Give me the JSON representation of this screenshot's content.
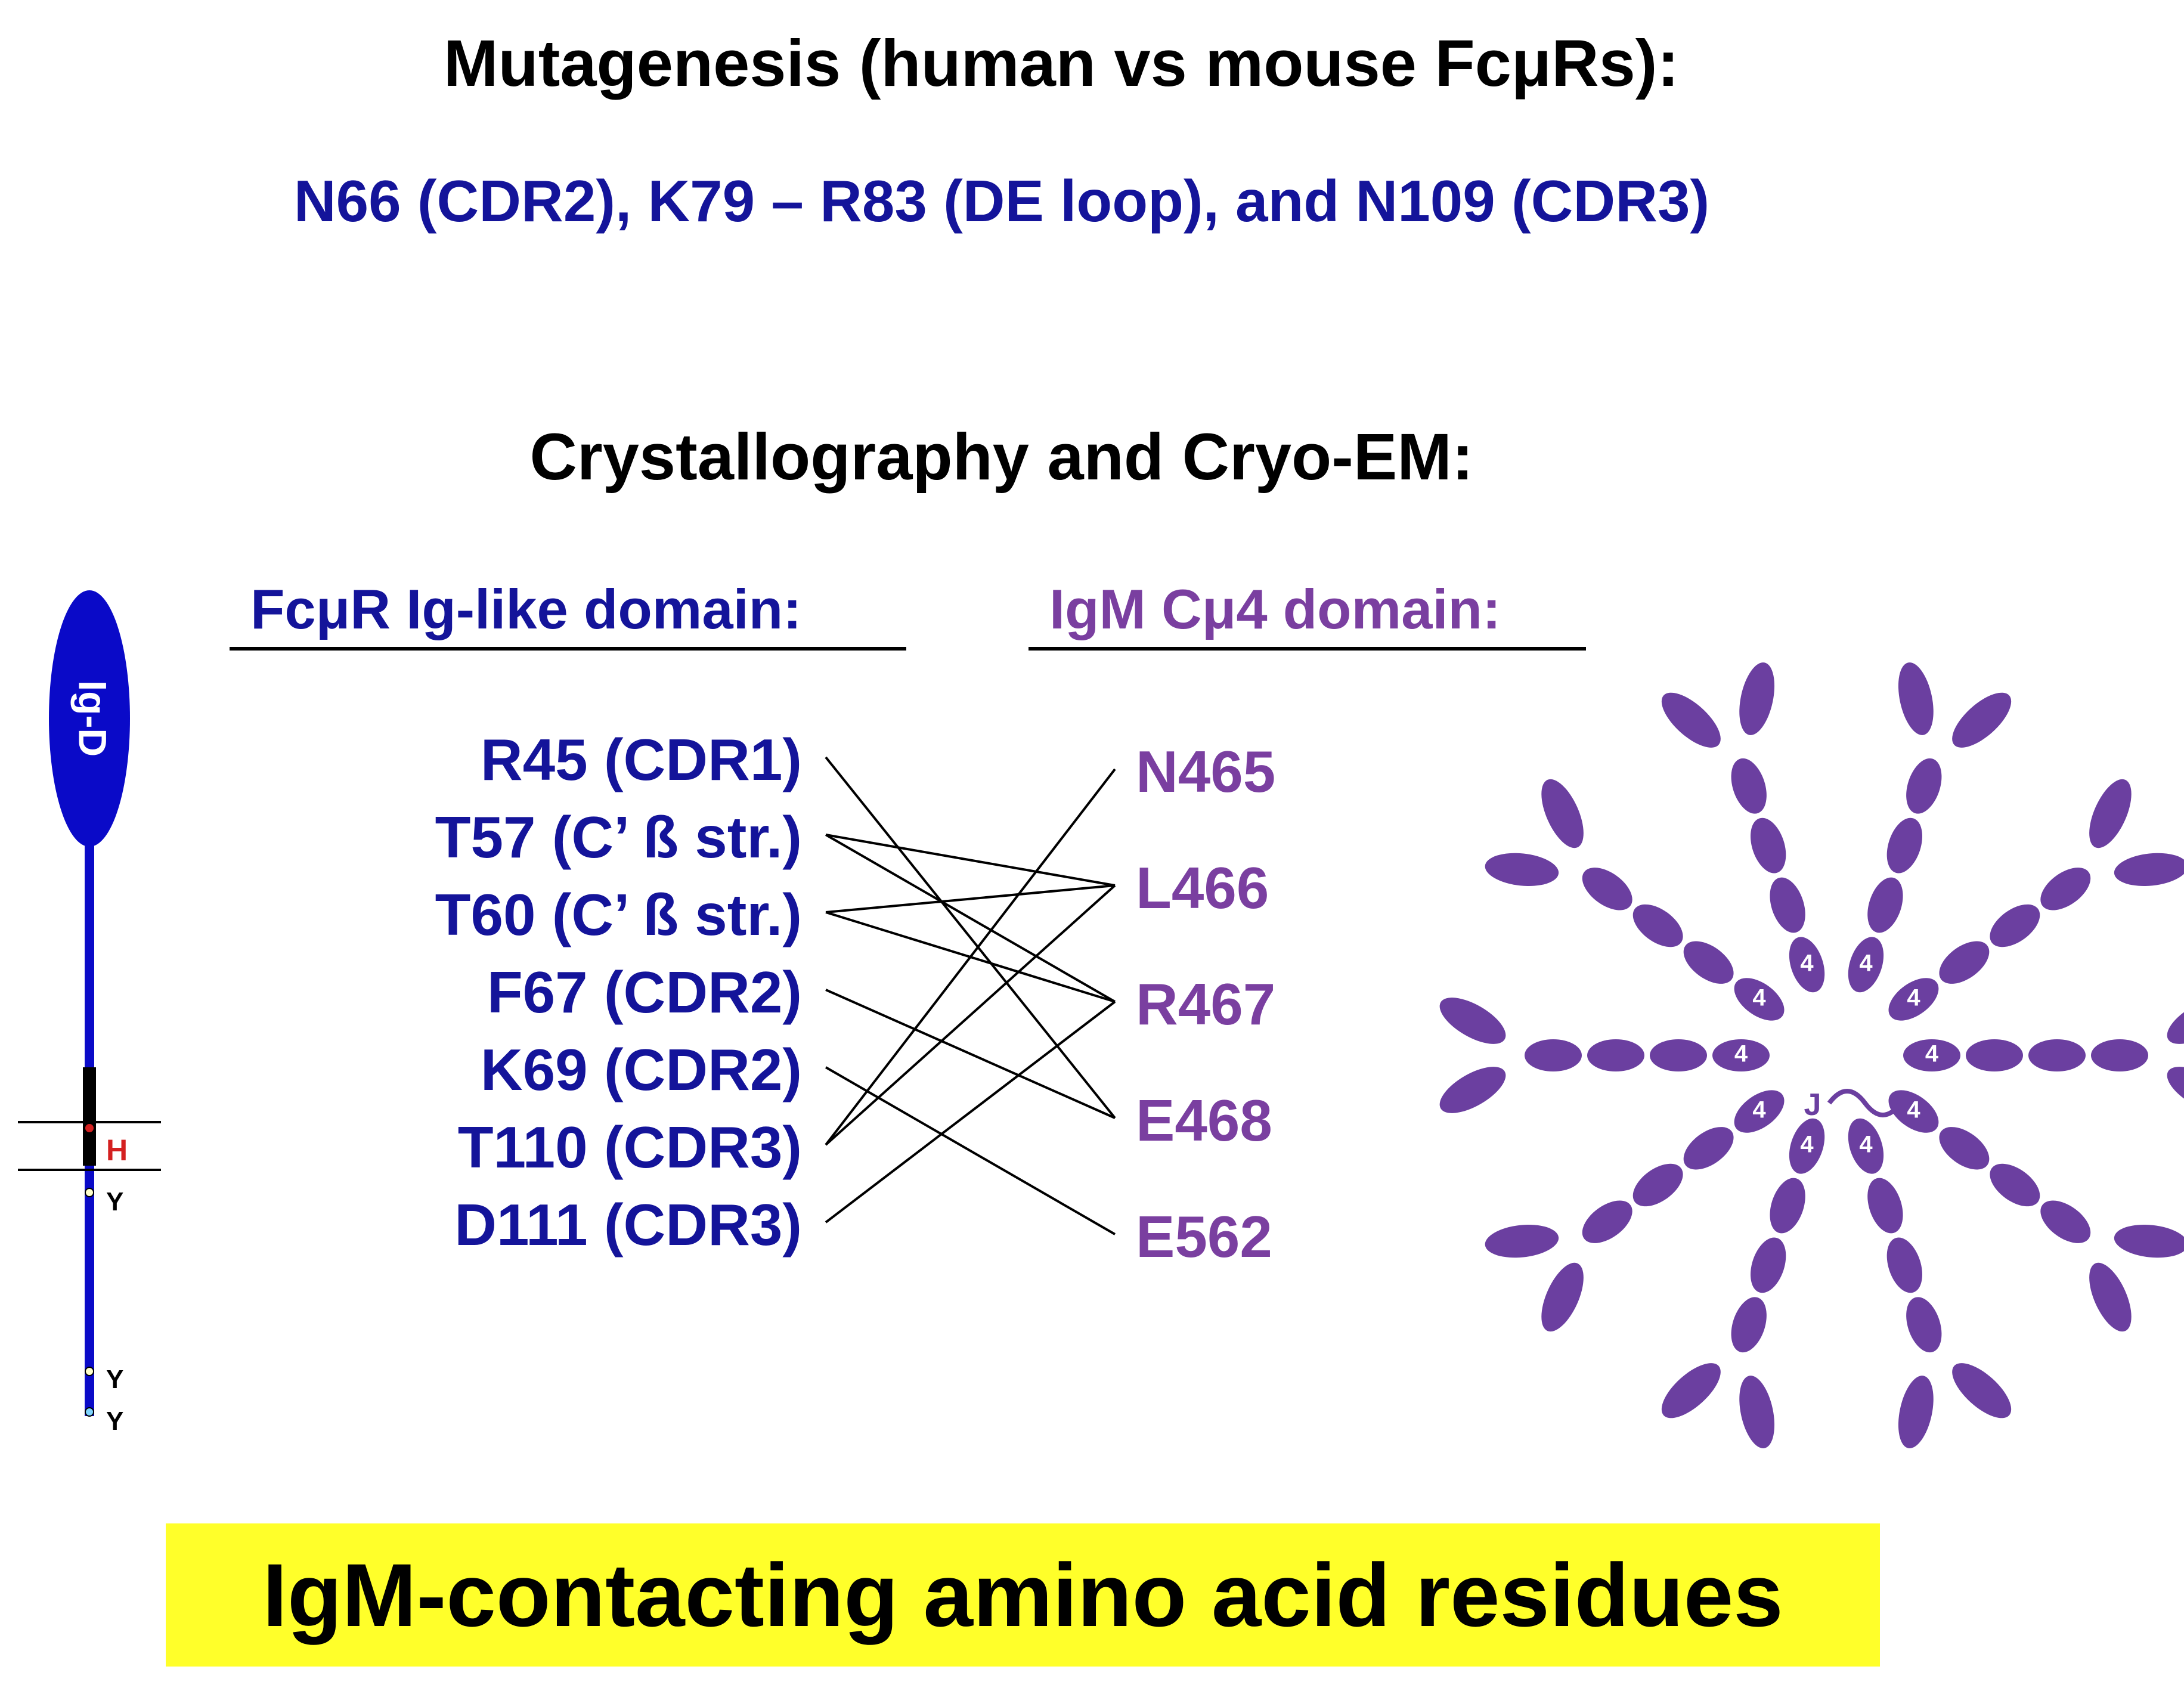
{
  "mutagenesis": {
    "title": "Mutagenesis (human vs mouse FcμRs):",
    "residues_text": "N66 (CDR2), K79 – R83 (DE loop), and N109 (CDR3)"
  },
  "crystallography": {
    "title": "Crystallography and Cryo-EM:"
  },
  "fcmr_domain": {
    "header": "FcμR Ig-like domain:",
    "residues": [
      "R45 (CDR1)",
      "T57 (C’ ß str.)",
      "T60 (C’ ß str.)",
      "F67 (CDR2)",
      "K69 (CDR2)",
      "T110 (CDR3)",
      "D111 (CDR3)"
    ]
  },
  "igm_domain": {
    "header": "IgM Cμ4 domain:",
    "residues": [
      "N465",
      "L466",
      "R467",
      "E468",
      "E562"
    ]
  },
  "contacts": [
    [
      "R45",
      "E468"
    ],
    [
      "T57",
      "L466"
    ],
    [
      "T57",
      "R467"
    ],
    [
      "T60",
      "L466"
    ],
    [
      "T60",
      "R467"
    ],
    [
      "F67",
      "E468"
    ],
    [
      "K69",
      "E562"
    ],
    [
      "T110",
      "N465"
    ],
    [
      "T110",
      "L466"
    ],
    [
      "D111",
      "R467"
    ]
  ],
  "receptor_schematic": {
    "domain_label": "Ig-D",
    "hinge_label": "H",
    "tyrosine_labels": [
      "Y",
      "Y",
      "Y"
    ],
    "color": "#0a0ac8",
    "hinge_color": "#d42020"
  },
  "igm_pentamer": {
    "domain_label": "4",
    "j_chain_label": "J",
    "color": "#6b3fa0"
  },
  "banner": {
    "text": "IgM-contacting amino acid residues",
    "color": "#ffff2a"
  }
}
